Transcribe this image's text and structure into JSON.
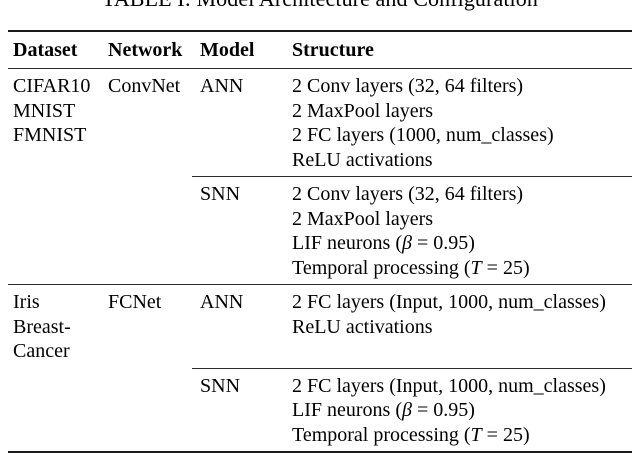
{
  "caption": "TABLE I: Model Architecture and Configuration",
  "table": {
    "columns": [
      {
        "key": "dataset",
        "label": "Dataset"
      },
      {
        "key": "network",
        "label": "Network"
      },
      {
        "key": "model",
        "label": "Model"
      },
      {
        "key": "structure",
        "label": "Structure"
      }
    ],
    "sections": [
      {
        "dataset_lines": [
          "CIFAR10",
          "MNIST",
          "FMNIST"
        ],
        "network": "ConvNet",
        "models": [
          {
            "model": "ANN",
            "structure_lines": [
              "2 Conv layers (32, 64 filters)",
              "2 MaxPool layers",
              "2 FC layers (1000, num_classes)",
              "ReLU activations"
            ]
          },
          {
            "model": "SNN",
            "structure_lines": [
              "2 Conv layers (32, 64 filters)",
              "2 MaxPool layers",
              "LIF neurons (β = 0.95)",
              "Temporal processing (T = 25)"
            ]
          }
        ]
      },
      {
        "dataset_lines": [
          "Iris",
          "Breast-",
          "Cancer"
        ],
        "network": "FCNet",
        "models": [
          {
            "model": "ANN",
            "structure_lines": [
              "2 FC layers (Input, 1000, num_classes)",
              "ReLU activations"
            ]
          },
          {
            "model": "SNN",
            "structure_lines": [
              "2 FC layers (Input, 1000, num_classes)",
              "LIF neurons (β = 0.95)",
              "Temporal processing (T = 25)"
            ]
          }
        ]
      }
    ]
  }
}
